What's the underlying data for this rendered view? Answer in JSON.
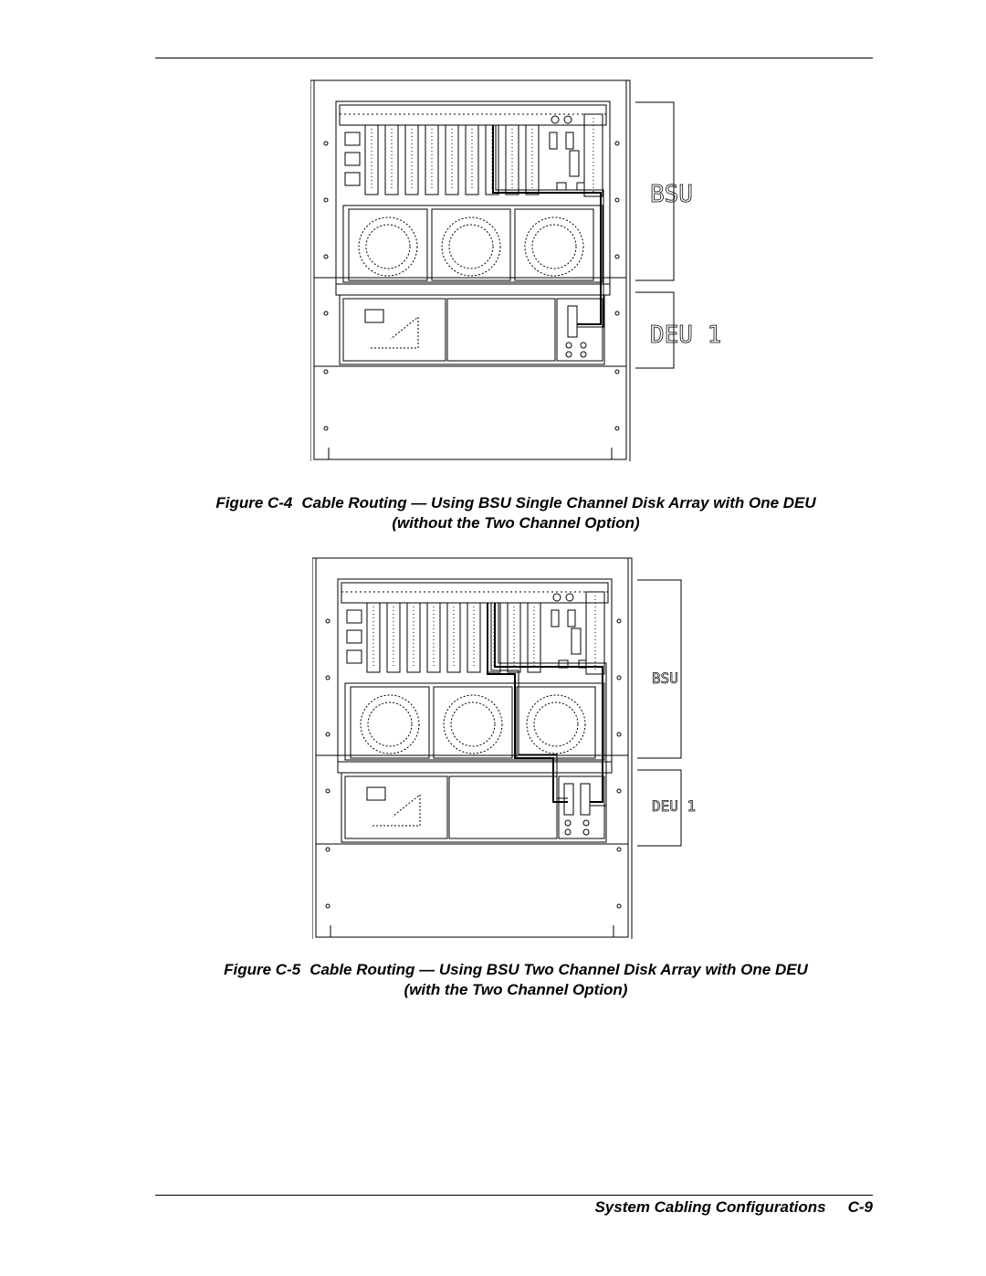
{
  "figure1": {
    "number": "Figure C-4",
    "caption_line1": "Cable Routing — Using BSU Single Channel Disk Array with One DEU",
    "caption_line2": "(without the Two Channel Option)",
    "label_top": "BSU",
    "label_bottom": "DEU 1"
  },
  "figure2": {
    "number": "Figure C-5",
    "caption_line1": "Cable Routing — Using BSU Two Channel Disk Array with One DEU",
    "caption_line2": "(with the Two Channel Option)",
    "label_top": "BSU",
    "label_bottom": "DEU 1"
  },
  "footer": {
    "section": "System Cabling Configurations",
    "page": "C-9"
  }
}
